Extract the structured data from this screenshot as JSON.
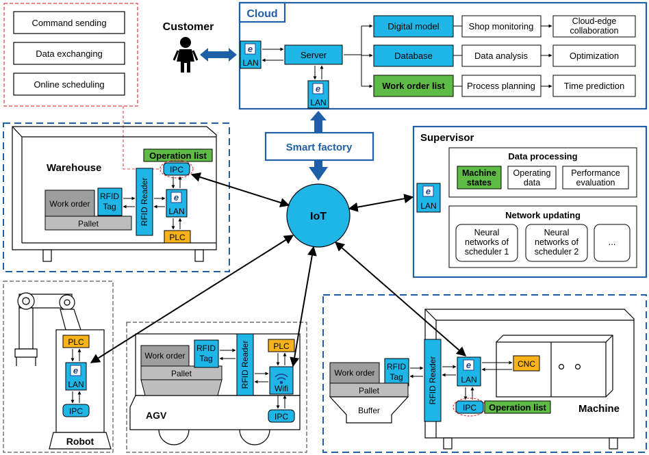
{
  "colors": {
    "cyan": "#1fb5e6",
    "green": "#5dbb46",
    "orange": "#f7b21c",
    "dark_blue": "#1f5fa8",
    "red_dash": "#e03c3c",
    "gray": "#bdbdbd",
    "dark_gray": "#9e9e9e"
  },
  "icons": [
    "person-icon",
    "lan-e-icon",
    "wifi-icon"
  ],
  "services": {
    "items": [
      "Command sending",
      "Data exchanging",
      "Online scheduling"
    ]
  },
  "customer": {
    "label": "Customer"
  },
  "cloud": {
    "title": "Cloud",
    "server": "Server",
    "lan": "LAN",
    "left": [
      "Digital model",
      "Database",
      "Work order list"
    ],
    "middle": [
      "Shop monitoring",
      "Data analysis",
      "Process planning"
    ],
    "right": [
      [
        "Cloud-edge",
        "collaboration"
      ],
      [
        "Optimization"
      ],
      [
        "Time prediction"
      ]
    ]
  },
  "smart_factory": {
    "label": "Smart factory"
  },
  "iot": {
    "label": "IoT"
  },
  "supervisor": {
    "title": "Supervisor",
    "lan": "LAN",
    "data_processing": {
      "title": "Data processing",
      "items": [
        [
          "Machine",
          "states"
        ],
        [
          "Operating",
          "data"
        ],
        [
          "Performance",
          "evaluation"
        ]
      ]
    },
    "network_updating": {
      "title": "Network updating",
      "items": [
        [
          "Neural",
          "networks of",
          "scheduler 1"
        ],
        [
          "Neural",
          "networks of",
          "scheduler 2"
        ],
        [
          "..."
        ]
      ]
    }
  },
  "warehouse": {
    "title": "Warehouse",
    "operation_list": "Operation list",
    "ipc": "IPC",
    "lan": "LAN",
    "plc": "PLC",
    "rfid_reader": "RFID Reader",
    "rfid_tag": [
      "RFID",
      "Tag"
    ],
    "work_order": "Work order",
    "pallet": "Pallet"
  },
  "robot": {
    "title": "Robot",
    "plc": "PLC",
    "lan": "LAN",
    "ipc": "IPC"
  },
  "agv": {
    "title": "AGV",
    "work_order": "Work order",
    "pallet": "Pallet",
    "rfid_tag": [
      "RFID",
      "Tag"
    ],
    "rfid_reader": "RFID Reader",
    "plc": "PLC",
    "wifi": "Wifi",
    "ipc": "IPC"
  },
  "machine": {
    "title": "Machine",
    "work_order": "Work order",
    "pallet": "Pallet",
    "buffer": "Buffer",
    "rfid_tag": [
      "RFID",
      "Tag"
    ],
    "rfid_reader": "RFID Reader",
    "lan": "LAN",
    "cnc": "CNC",
    "ipc": "IPC",
    "operation_list": "Operation list"
  }
}
